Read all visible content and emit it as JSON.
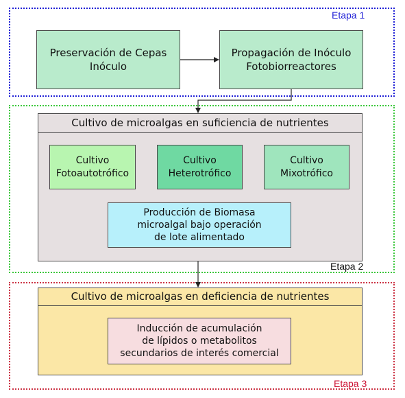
{
  "stages": {
    "stage1_label": "Etapa 1",
    "stage2_label": "Etapa 2",
    "stage3_label": "Etapa 3"
  },
  "stage1": {
    "box_preservation": {
      "line1": "Preservación de Cepas",
      "line2": "Inóculo"
    },
    "box_propagation": {
      "line1": "Propagación de Inóculo",
      "line2": "Fotobiorreactores"
    }
  },
  "stage2": {
    "panel_title": "Cultivo de microalgas en suficiencia de nutrientes",
    "photo": {
      "line1": "Cultivo",
      "line2": "Fotoautotrófico"
    },
    "hetero": {
      "line1": "Cultivo",
      "line2": "Heterotrófico"
    },
    "mixo": {
      "line1": "Cultivo",
      "line2": "Mixotrófico"
    },
    "biomass": {
      "line1": "Producción de Biomasa",
      "line2": "microalgal bajo operación",
      "line3": "de lote alimentado"
    }
  },
  "stage3": {
    "panel_title": "Cultivo de microalgas en deficiencia de nutrientes",
    "induction": {
      "line1": "Inducción de acumulación",
      "line2": "de lípidos o metabolitos",
      "line3": "secundarios de interés comercial"
    }
  },
  "colors": {
    "stage1_border": "#1f1fd6",
    "stage2_border": "#3cc83c",
    "stage3_border": "#cc3344",
    "stage1_label": "#1f1fd6",
    "stage2_label": "#111111",
    "stage3_label": "#cc1133",
    "stage1_box_fill": "#b9ebcc",
    "panel2_fill": "#e6e0e1",
    "photo_fill": "#b8f5b0",
    "hetero_fill": "#6fd9a2",
    "mixo_fill": "#9fe5bd",
    "biomass_fill": "#b7f0fb",
    "panel3_fill": "#fbe7a6",
    "induction_fill": "#f7dde0"
  }
}
